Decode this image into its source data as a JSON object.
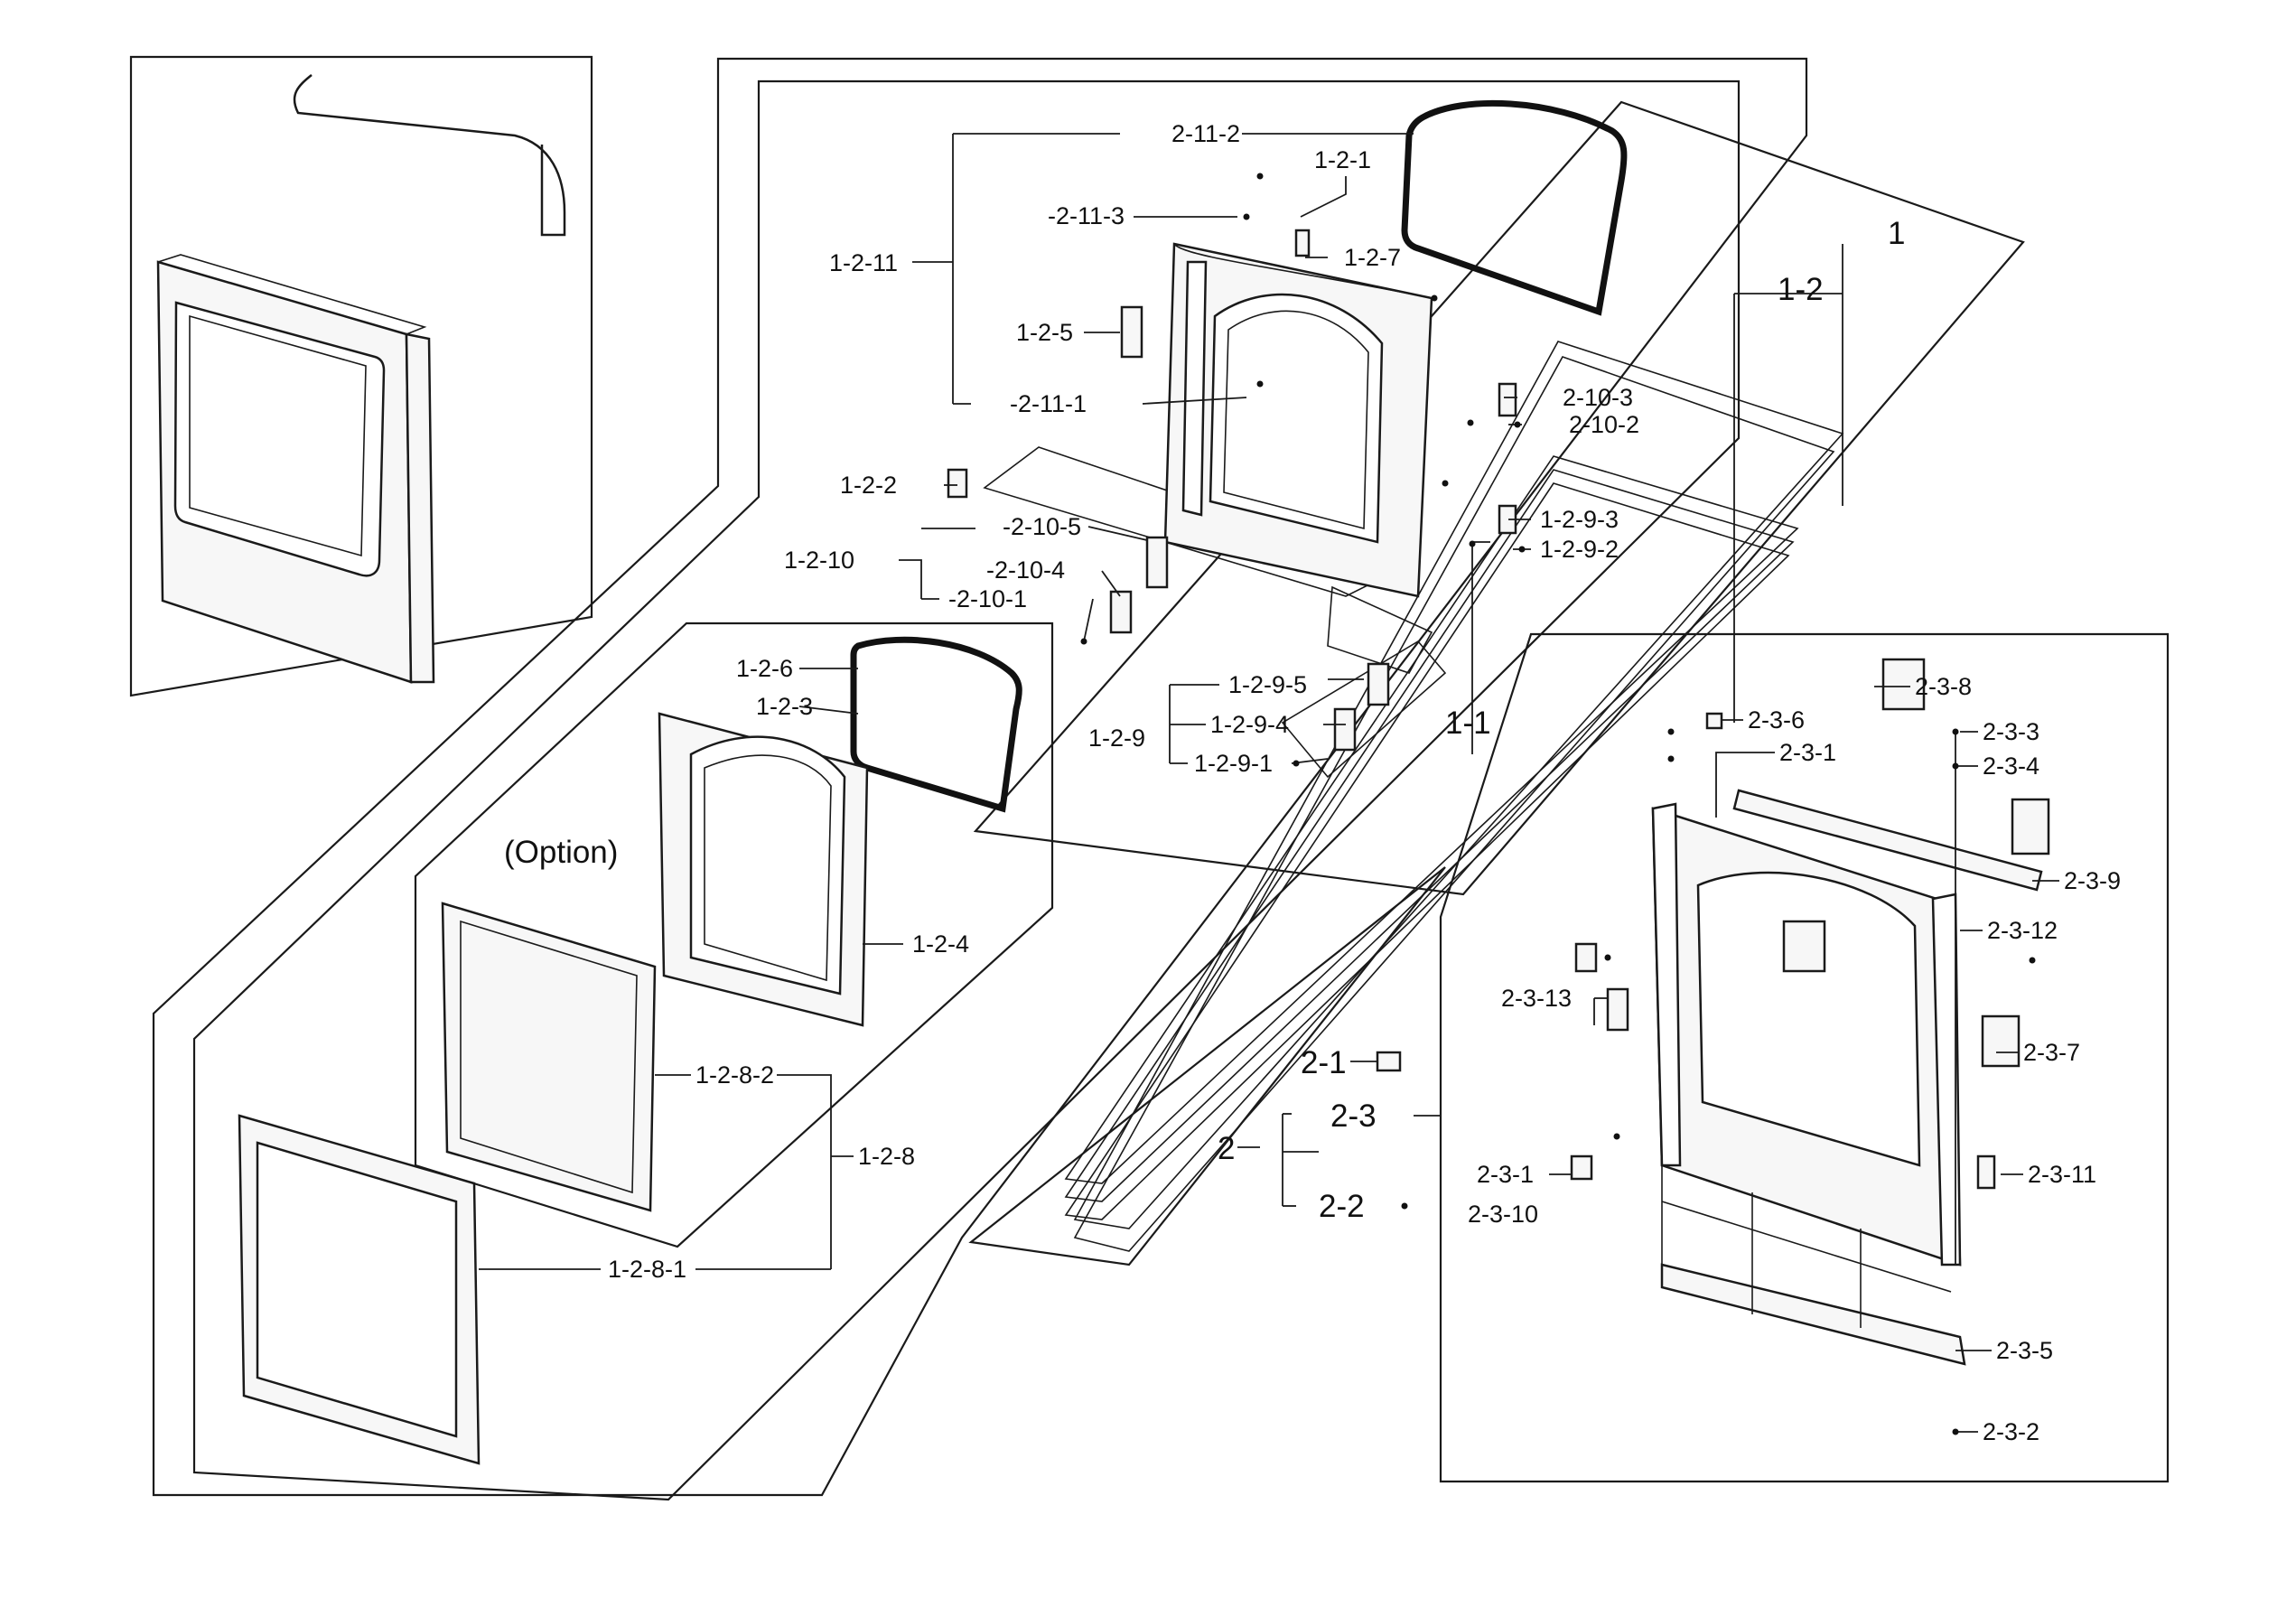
{
  "labels": {
    "p2_11_2": "2-11-2",
    "p1_2_1": "1-2-1",
    "p2_11_3": "-2-11-3",
    "p1_2_7": "1-2-7",
    "p1_2_11": "1-2-11",
    "p1_2_5": "1-2-5",
    "p2_11_1": "-2-11-1",
    "p1_2_2": "1-2-2",
    "p2_10_5": "-2-10-5",
    "p1_2_10": "1-2-10",
    "p2_10_4": "-2-10-4",
    "p2_10_1": "-2-10-1",
    "p1": "1",
    "p1_2": "1-2",
    "p2_10_3": "2-10-3",
    "p2_10_2": "2-10-2",
    "p1_2_9_3": "1-2-9-3",
    "p1_2_9_2": "1-2-9-2",
    "p1_2_9_5": "1-2-9-5",
    "p1_2_9": "1-2-9",
    "p1_2_9_4": "1-2-9-4",
    "p1_2_9_1": "1-2-9-1",
    "p1_1": "1-1",
    "p1_2_6": "1-2-6",
    "p1_2_3": "1-2-3",
    "option": "(Option)",
    "p1_2_4": "1-2-4",
    "p1_2_8_2": "1-2-8-2",
    "p1_2_8": "1-2-8",
    "p1_2_8_1": "1-2-8-1",
    "p2_3_8": "2-3-8",
    "p2_3_6": "2-3-6",
    "p2_3_3": "2-3-3",
    "p2_3_1_top": "2-3-1",
    "p2_3_4": "2-3-4",
    "p2_3_9": "2-3-9",
    "p2_3_12": "2-3-12",
    "p2_3_13": "2-3-13",
    "p2_3_7": "2-3-7",
    "p2_1": "2-1",
    "p2_3": "2-3",
    "p2": "2",
    "p2_3_1_bottom": "2-3-1",
    "p2_3_10": "2-3-10",
    "p2_3_11": "2-3-11",
    "p2_2": "2-2",
    "p2_3_5": "2-3-5",
    "p2_3_2": "2-3-2"
  }
}
